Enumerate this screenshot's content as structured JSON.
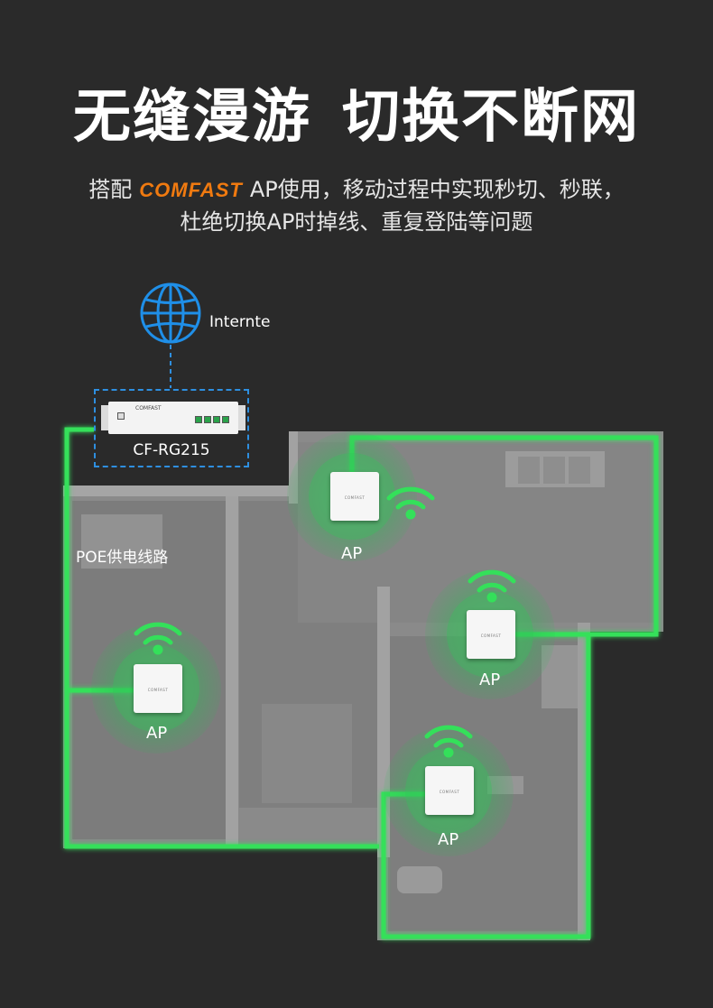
{
  "header": {
    "title_part1": "无缝漫游",
    "title_part2": "切换不断网",
    "subtitle_line1_prefix": "搭配",
    "brand": "COMFAST",
    "subtitle_line1_suffix": "AP使用，移动过程中实现秒切、秒联，",
    "subtitle_line2": "杜绝切换AP时掉线、重复登陆等问题"
  },
  "diagram": {
    "internet_label": "Internte",
    "gateway_label": "CF-RG215",
    "gateway_device_text": "COMFAST",
    "poe_label": "POE供电线路",
    "ap_label": "AP",
    "ap_device_text": "COMFAST"
  },
  "colors": {
    "background": "#2a2a2a",
    "accent_green": "#34e05a",
    "brand_orange": "#f07a10",
    "dashed_blue": "#2e8fe0",
    "globe_blue": "#1f8fe8"
  },
  "icons": [
    "globe-icon",
    "wifi-icon",
    "gateway-device",
    "ap-device"
  ]
}
